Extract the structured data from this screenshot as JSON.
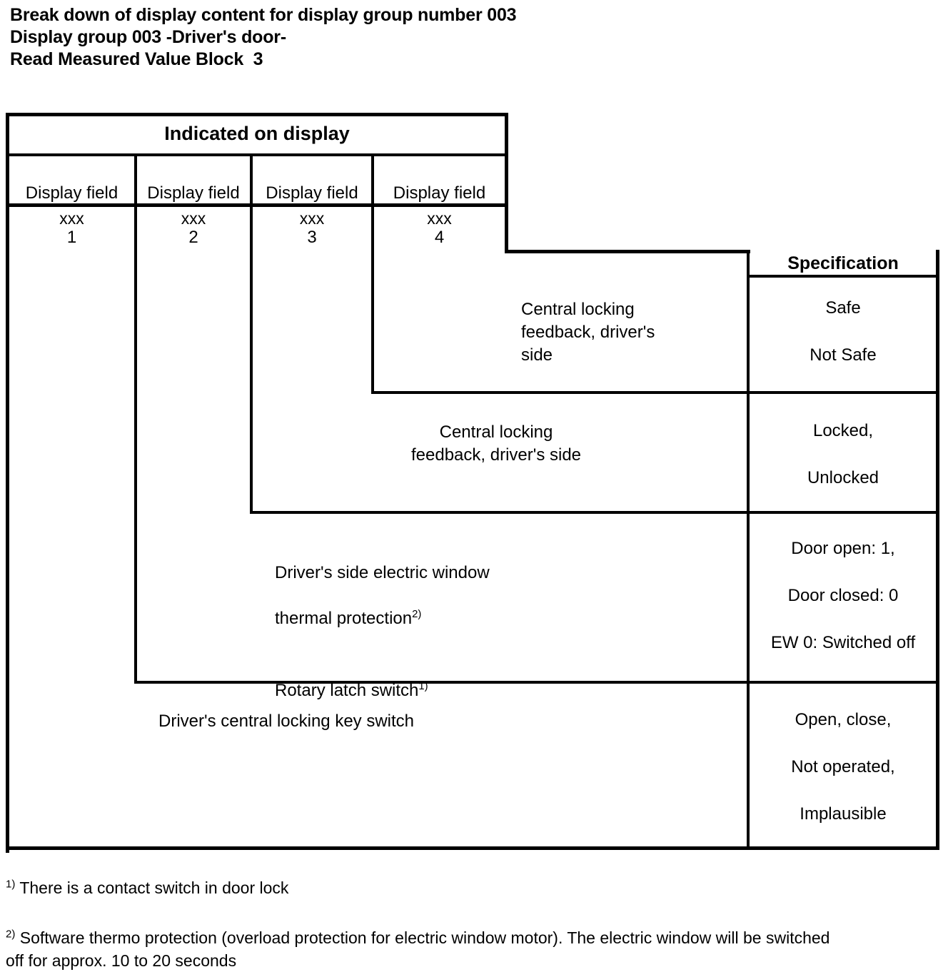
{
  "headings": [
    "Break down of display content for display group number 003",
    "Display group 003 -Driver's door-",
    "Read Measured Value Block  3"
  ],
  "table": {
    "group_header": "Indicated on display",
    "spec_header": "Specification",
    "display_fields": [
      {
        "label": "Display field",
        "number": "1",
        "value": "xxx"
      },
      {
        "label": "Display field",
        "number": "2",
        "value": "xxx"
      },
      {
        "label": "Display field",
        "number": "3",
        "value": "xxx"
      },
      {
        "label": "Display field",
        "number": "4",
        "value": "xxx"
      }
    ],
    "rows": [
      {
        "description": "Central locking\nfeedback, driver's\nside",
        "spec_values": [
          "Safe",
          "Not Safe"
        ]
      },
      {
        "description": "Central locking\nfeedback, driver's side",
        "spec_values": [
          "Locked,",
          "Unlocked"
        ]
      },
      {
        "description_line_1": "Driver's side electric window",
        "description_line_2": "thermal protection",
        "description_line_2_sup": "2)",
        "description_line_3": "Rotary latch switch",
        "description_line_3_sup": "1)",
        "spec_values": [
          "Door open: 1,",
          "Door closed: 0",
          "EW 0: Switched off"
        ]
      },
      {
        "description": "Driver's central locking key switch",
        "spec_values": [
          "Open, close,",
          "Not operated,",
          "Implausible"
        ]
      }
    ]
  },
  "footnotes": [
    {
      "mark": "1)",
      "text": " There is a contact switch in door lock"
    },
    {
      "mark": "2)",
      "text": " Software thermo protection (overload protection for electric window motor). The electric window will be switched off for approx. 10 to 20 seconds"
    }
  ]
}
